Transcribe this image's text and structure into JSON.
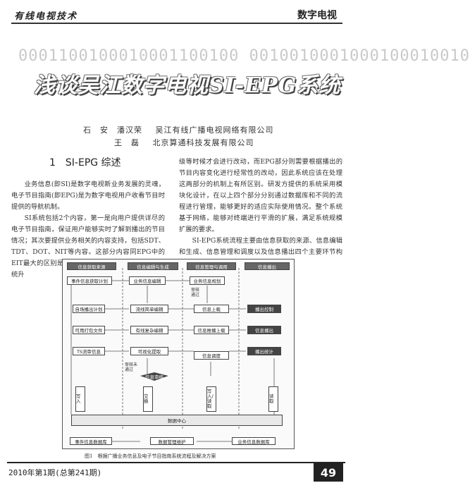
{
  "header": {
    "left": "有线电视技术",
    "right": "数字电视"
  },
  "banner": {
    "bg_digits": "0001100100010001100100 0010010001000100010010",
    "title": "浅谈吴江数字电视SI-EPG系统"
  },
  "authors": [
    {
      "name": "石　安　潘汉荣",
      "affiliation": "吴江有线广播电视网络有限公司"
    },
    {
      "name": "王　磊",
      "affiliation": "北京算通科技发展有限公司"
    }
  ],
  "section1": {
    "title": "1　SI-EPG 综述"
  },
  "left_col": [
    "业务信息(即SI)是数字电视新业务发展的灵魂，电子节目指南(即EPG)是为数字电视用户收看节目时提供的导航机制。",
    "SI系统包括2个内容，第一是向用户提供详尽的电子节目指南，保证用户能够实时了解到播出的节目情况；其次要提供业务相关的内容支持，包括SDT、TDT、DOT、NIT等内容。这部分内容同EPG中的EIT最大的区别是改动较小，只在前端系统建设和系统升"
  ],
  "right_col": [
    "级等时候才会进行改动，而EPG部分则需要根据播出的节目内容变化进行经常性的改动，因此系统应该在处理这两部分的机制上有所区别。研发方提供的系统采用模块化设计，在以上四个部分分别通过数据库和不同的流程进行管理，能够更好的适应实际使用情况。整个系统基于网络，能够对终端进行平滑的扩展，满足系统规模扩展的要求。",
    "SI-EPG系统流程主要由信息获取的来源、信息编辑和生成、信息管理和调度以及信息播出四个主要环节构成。业务的整体流程如图1所示。"
  ],
  "diagram": {
    "headers": [
      "信息获取来源",
      "信息编辑与生成",
      "信息管理与调用",
      "信息播出"
    ],
    "row1": [
      "事件信息获取计划",
      "业务信息编辑",
      "业务信息规划"
    ],
    "audit": "审核通过",
    "col1": [
      "自场播出计划",
      "可用打包文件",
      "TS流审信息"
    ],
    "col2": [
      "流线简单编辑",
      "有线复杂编辑",
      "可视化提取"
    ],
    "col3": [
      "信息上载",
      "信息推播上载",
      "信息调度"
    ],
    "col4": [
      "播出控制",
      "信息播出",
      "播出统计"
    ],
    "audit_fail": "审核未通过",
    "review": "信息审核",
    "vert": [
      "写入",
      "交换",
      "写入/读取",
      "读取"
    ],
    "datacenter": "数据中心",
    "bottom": [
      "事件信息数据库",
      "数据管理维护",
      "业务信息数据库"
    ]
  },
  "caption": "图1　根据广播业务信息及电子节目指南系统流程及解决方案",
  "footer": {
    "issue": "2010年第1期(总第241期)",
    "page": "49"
  }
}
